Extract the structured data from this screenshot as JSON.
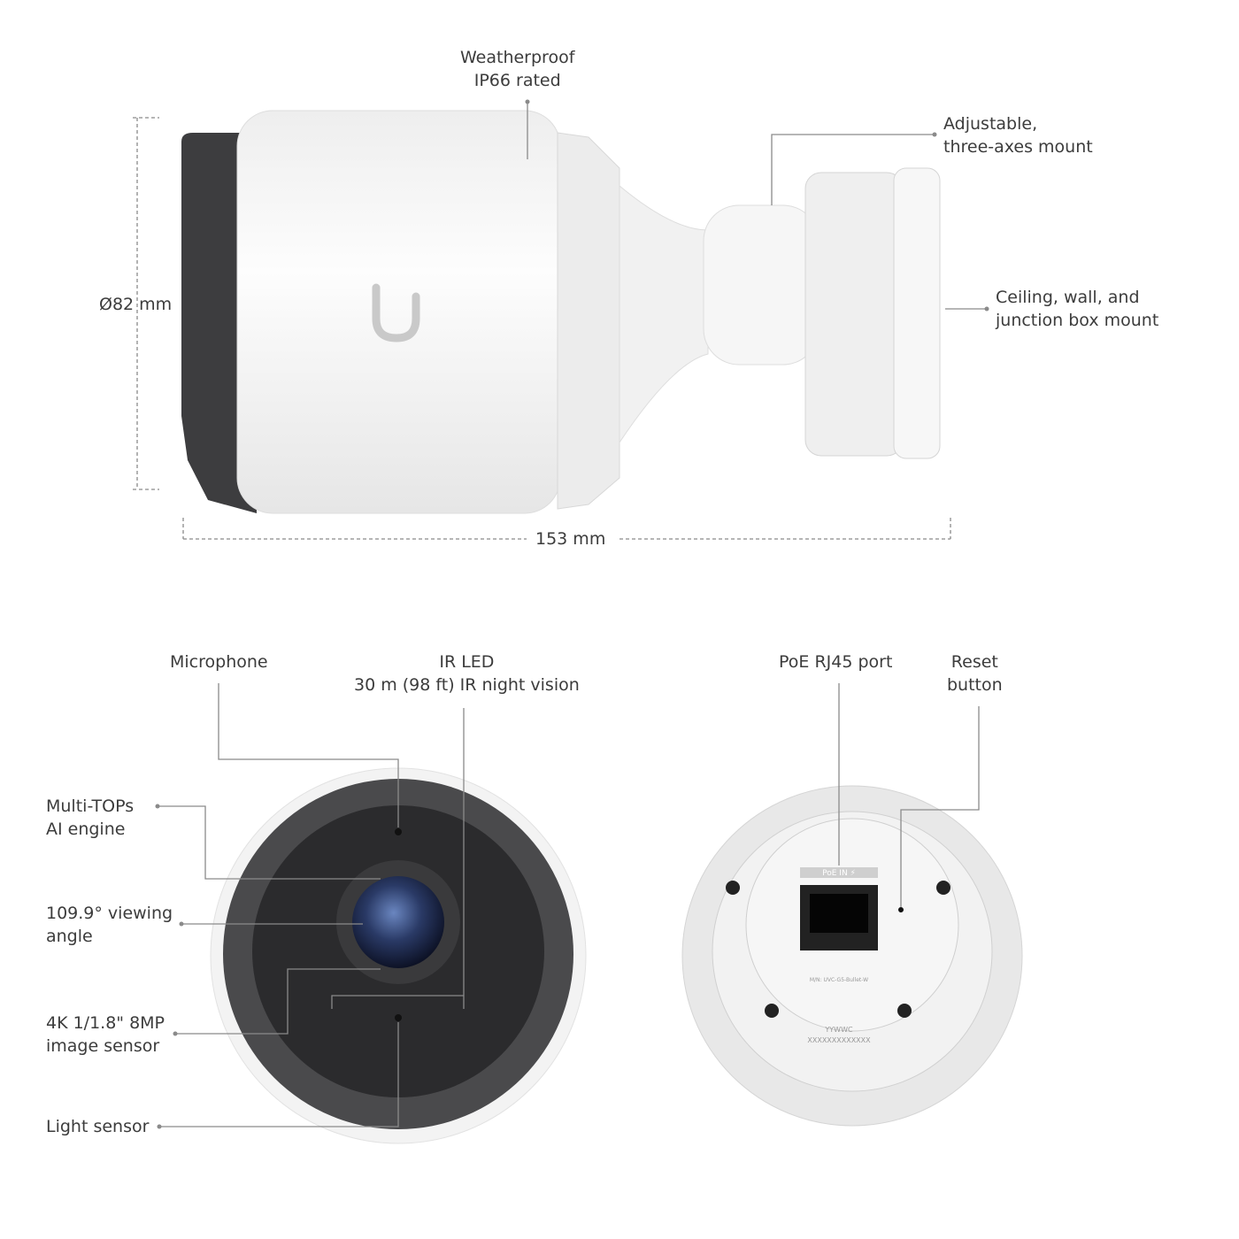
{
  "side_view": {
    "weatherproof": [
      "Weatherproof",
      "IP66 rated"
    ],
    "mount": [
      "Adjustable,",
      "three-axes mount"
    ],
    "ceiling": [
      "Ceiling, wall, and",
      "junction box mount"
    ],
    "diameter": "Ø82 mm",
    "length": "153 mm"
  },
  "front_view": {
    "microphone": "Microphone",
    "ir_led": [
      "IR LED",
      "30 m (98 ft) IR night vision"
    ],
    "ai_engine": [
      "Multi-TOPs",
      "AI engine"
    ],
    "viewing_angle": [
      "109.9° viewing",
      "angle"
    ],
    "image_sensor": [
      "4K 1/1.8\" 8MP",
      "image sensor"
    ],
    "light_sensor": "Light sensor"
  },
  "back_view": {
    "poe_port": "PoE RJ45 port",
    "reset": [
      "Reset",
      "button"
    ],
    "port_label": "PoE IN ⚡",
    "model_text": "M/N: UVC-G5-Bullet-W",
    "date_code": "YYWWC",
    "serial": "XXXXXXXXXXXXX"
  },
  "colors": {
    "leader": "#8a8a8a",
    "body": "#f7f7f7",
    "dark": "#3d3d3f",
    "lens": "#1f2b4a"
  }
}
